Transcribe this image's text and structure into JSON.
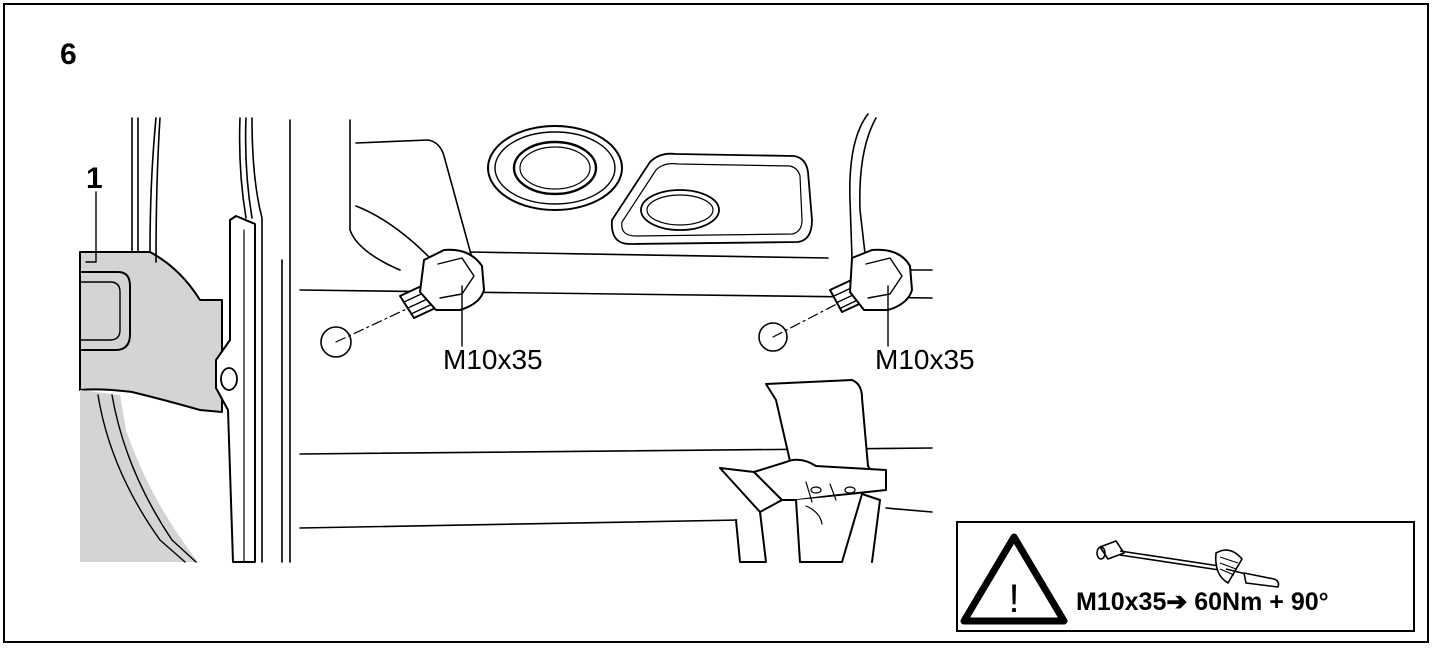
{
  "figure": {
    "step_number": "6",
    "part_callout": "1",
    "bolts": [
      {
        "label": "M10x35"
      },
      {
        "label": "M10x35"
      }
    ]
  },
  "torque_spec": {
    "warning_symbol": "!",
    "text": "M10x35➔ 60Nm + 90°",
    "icons": [
      "warning-triangle-icon",
      "torque-wrench-icon"
    ]
  },
  "colors": {
    "line": "#000000",
    "fill_part": "#d4d4d4",
    "background": "#ffffff"
  }
}
